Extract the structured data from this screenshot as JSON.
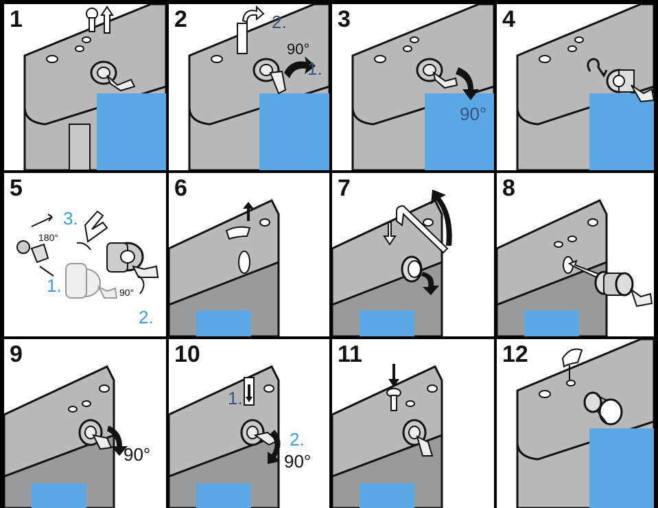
{
  "colors": {
    "frame": "#1c3f86",
    "housing": "#b9b9b9",
    "housing_dark": "#9a9a9a",
    "glass_light": "#ffffff",
    "glass_blue": "#3d94dc",
    "step_label_blue": "#3aa0dc",
    "step_label_navy": "#35537e"
  },
  "panels": [
    {
      "number": "1",
      "icons": [
        "screw-icon",
        "arrow-up-icon",
        "lock-cylinder-icon",
        "key-icon"
      ]
    },
    {
      "number": "2",
      "labels": {
        "step_a": "1.",
        "step_b": "2.",
        "angle": "90°"
      },
      "icons": [
        "pin-icon",
        "curved-arrow-icon",
        "lock-cylinder-icon",
        "key-icon"
      ]
    },
    {
      "number": "3",
      "labels": {
        "angle": "90°"
      },
      "icons": [
        "lock-cylinder-icon",
        "key-icon",
        "curved-arrow-icon"
      ]
    },
    {
      "number": "4",
      "icons": [
        "lock-cylinder-icon",
        "key-icon",
        "rotate-arrow-icon"
      ]
    },
    {
      "number": "5",
      "labels": {
        "step_a": "1.",
        "step_b": "2.",
        "step_c": "3.",
        "angle_a": "180°",
        "angle_b": "90°"
      },
      "icons": [
        "cam-icon",
        "lock-cylinder-icon",
        "key-icon",
        "clip-icon"
      ]
    },
    {
      "number": "6",
      "icons": [
        "pin-icon",
        "arrow-up-icon"
      ]
    },
    {
      "number": "7",
      "icons": [
        "hex-key-icon",
        "arrow-down-icon",
        "curved-arrow-icon",
        "knob-icon"
      ]
    },
    {
      "number": "8",
      "icons": [
        "lock-cylinder-icon",
        "key-icon",
        "arrow-left-icon"
      ]
    },
    {
      "number": "9",
      "labels": {
        "angle": "90°"
      },
      "icons": [
        "lock-cylinder-icon",
        "key-icon",
        "curved-arrow-icon"
      ]
    },
    {
      "number": "10",
      "labels": {
        "step_a": "1.",
        "step_b": "2.",
        "angle": "90°"
      },
      "icons": [
        "pin-icon",
        "arrow-down-icon",
        "lock-cylinder-icon",
        "key-icon",
        "curved-arrow-icon"
      ]
    },
    {
      "number": "11",
      "icons": [
        "screw-icon",
        "arrow-down-icon",
        "lock-cylinder-icon",
        "key-icon"
      ]
    },
    {
      "number": "12",
      "icons": [
        "pin-icon",
        "knob-icon"
      ]
    }
  ]
}
